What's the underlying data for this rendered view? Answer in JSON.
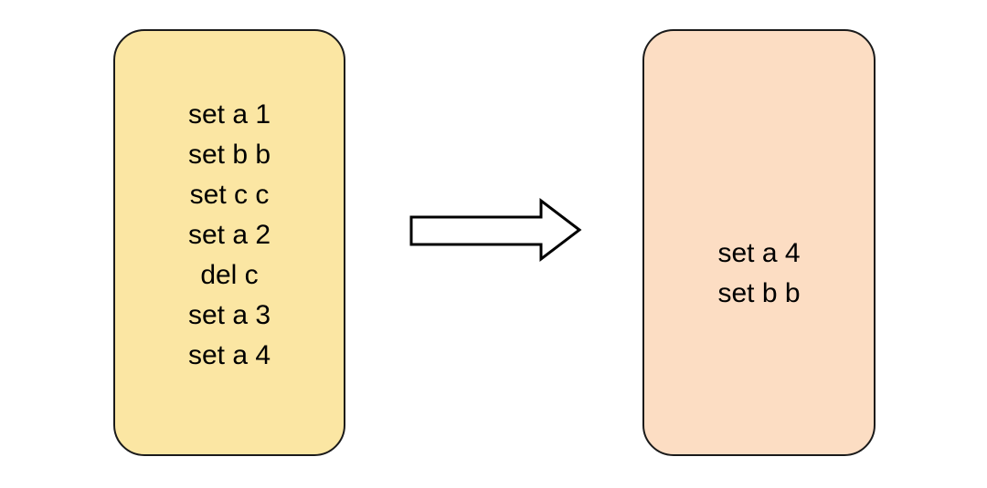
{
  "diagram": {
    "title": "command-log-compaction",
    "input_panel": {
      "name": "input-command-log",
      "fill_color": "#FBE6A3",
      "border_color": "#1A1A1A",
      "lines": [
        "set a 1",
        "set b b",
        "set c c",
        "set a 2",
        "del c",
        "set a 3",
        "set a 4"
      ]
    },
    "arrow": {
      "name": "transform-arrow",
      "direction": "right",
      "fill_color": "#FFFFFF",
      "border_color": "#000000"
    },
    "output_panel": {
      "name": "output-command-log",
      "fill_color": "#FCDDC3",
      "border_color": "#1A1A1A",
      "lines": [
        "set a 4",
        "set b b"
      ]
    }
  }
}
